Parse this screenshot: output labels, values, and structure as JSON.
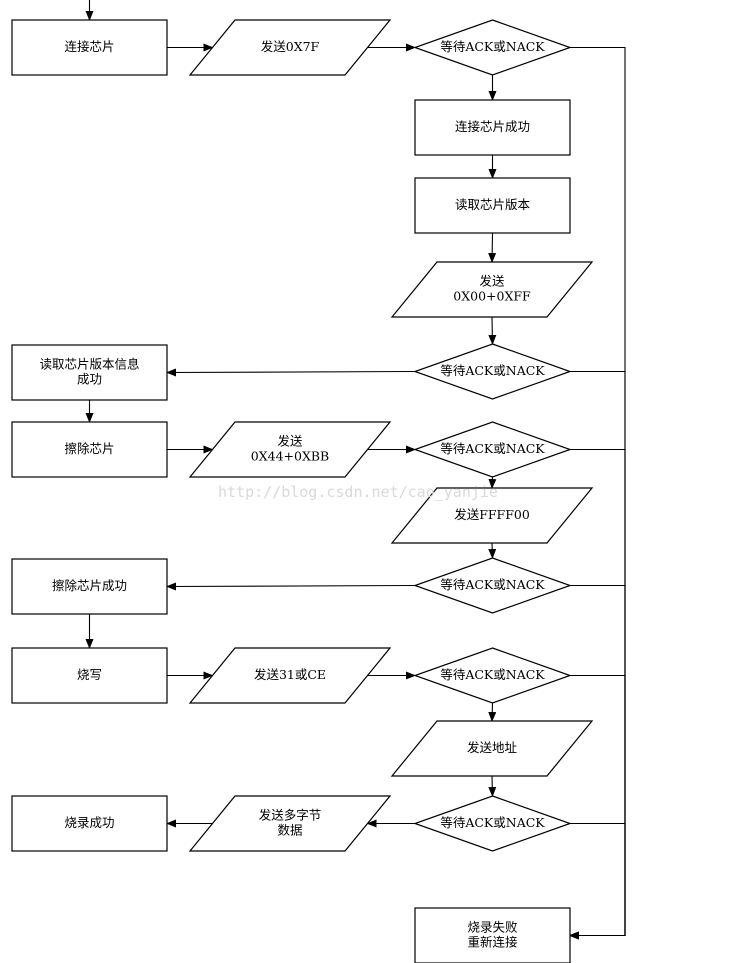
{
  "diagram": {
    "watermark": "http://blog.csdn.net/cao_yanjie",
    "nodes": [
      {
        "id": "connect_chip",
        "type": "process",
        "lines": [
          "连接芯片"
        ]
      },
      {
        "id": "send_7f",
        "type": "io",
        "lines": [
          "发送0X7F"
        ]
      },
      {
        "id": "wait_1",
        "type": "decision",
        "lines": [
          "等待ACK或NACK"
        ]
      },
      {
        "id": "connect_ok",
        "type": "process",
        "lines": [
          "连接芯片成功"
        ]
      },
      {
        "id": "read_version",
        "type": "process",
        "lines": [
          "读取芯片版本"
        ]
      },
      {
        "id": "send_00ff",
        "type": "io",
        "lines": [
          "发送",
          "0X00+0XFF"
        ]
      },
      {
        "id": "wait_2",
        "type": "decision",
        "lines": [
          "等待ACK或NACK"
        ]
      },
      {
        "id": "read_version_ok",
        "type": "process",
        "lines": [
          "读取芯片版本信息",
          "成功"
        ]
      },
      {
        "id": "erase_chip",
        "type": "process",
        "lines": [
          "擦除芯片"
        ]
      },
      {
        "id": "send_44bb",
        "type": "io",
        "lines": [
          "发送",
          "0X44+0XBB"
        ]
      },
      {
        "id": "wait_3",
        "type": "decision",
        "lines": [
          "等待ACK或NACK"
        ]
      },
      {
        "id": "send_ffff00",
        "type": "io",
        "lines": [
          "发送FFFF00"
        ]
      },
      {
        "id": "wait_4",
        "type": "decision",
        "lines": [
          "等待ACK或NACK"
        ]
      },
      {
        "id": "erase_ok",
        "type": "process",
        "lines": [
          "擦除芯片成功"
        ]
      },
      {
        "id": "burn",
        "type": "process",
        "lines": [
          "烧写"
        ]
      },
      {
        "id": "send_31ce",
        "type": "io",
        "lines": [
          "发送31或CE"
        ]
      },
      {
        "id": "wait_5",
        "type": "decision",
        "lines": [
          "等待ACK或NACK"
        ]
      },
      {
        "id": "send_addr",
        "type": "io",
        "lines": [
          "发送地址"
        ]
      },
      {
        "id": "wait_6",
        "type": "decision",
        "lines": [
          "等待ACK或NACK"
        ]
      },
      {
        "id": "send_data",
        "type": "io",
        "lines": [
          "发送多字节",
          "数据"
        ]
      },
      {
        "id": "burn_ok",
        "type": "process",
        "lines": [
          "烧录成功"
        ]
      },
      {
        "id": "burn_fail",
        "type": "process",
        "lines": [
          "烧录失败",
          "重新连接"
        ]
      }
    ],
    "edges": [
      {
        "from": "start",
        "to": "connect_chip"
      },
      {
        "from": "connect_chip",
        "to": "send_7f"
      },
      {
        "from": "send_7f",
        "to": "wait_1"
      },
      {
        "from": "wait_1",
        "to": "connect_ok"
      },
      {
        "from": "connect_ok",
        "to": "read_version"
      },
      {
        "from": "read_version",
        "to": "send_00ff"
      },
      {
        "from": "send_00ff",
        "to": "wait_2"
      },
      {
        "from": "wait_2",
        "to": "read_version_ok"
      },
      {
        "from": "read_version_ok",
        "to": "erase_chip"
      },
      {
        "from": "erase_chip",
        "to": "send_44bb"
      },
      {
        "from": "send_44bb",
        "to": "wait_3"
      },
      {
        "from": "wait_3",
        "to": "send_ffff00"
      },
      {
        "from": "send_ffff00",
        "to": "wait_4"
      },
      {
        "from": "wait_4",
        "to": "erase_ok"
      },
      {
        "from": "erase_ok",
        "to": "burn"
      },
      {
        "from": "burn",
        "to": "send_31ce"
      },
      {
        "from": "send_31ce",
        "to": "wait_5"
      },
      {
        "from": "wait_5",
        "to": "send_addr"
      },
      {
        "from": "send_addr",
        "to": "wait_6"
      },
      {
        "from": "wait_6",
        "to": "send_data"
      },
      {
        "from": "send_data",
        "to": "burn_ok"
      },
      {
        "from": "wait_1",
        "to": "burn_fail"
      },
      {
        "from": "wait_2",
        "to": "burn_fail"
      },
      {
        "from": "wait_3",
        "to": "burn_fail"
      },
      {
        "from": "wait_4",
        "to": "burn_fail"
      },
      {
        "from": "wait_5",
        "to": "burn_fail"
      },
      {
        "from": "wait_6",
        "to": "burn_fail"
      }
    ]
  }
}
